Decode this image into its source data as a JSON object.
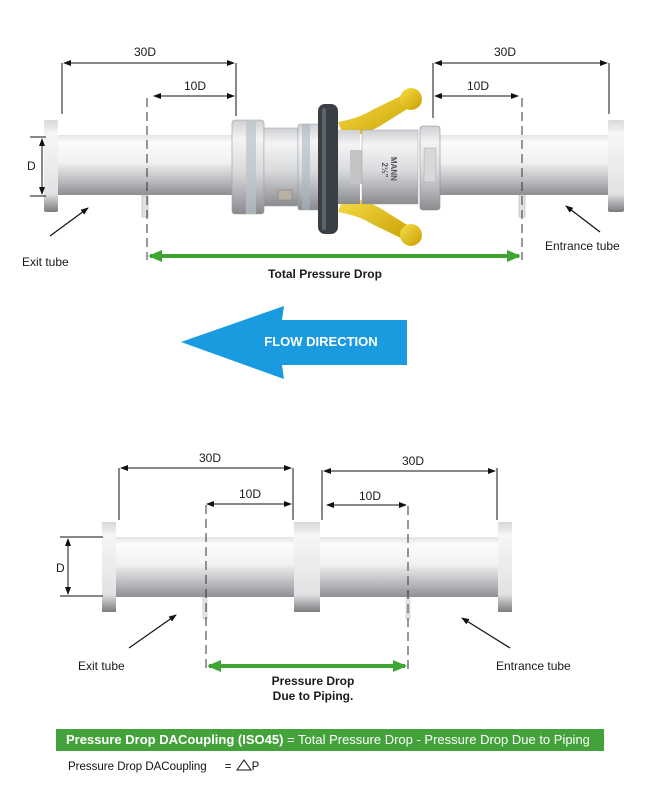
{
  "top_diagram": {
    "left_long_dim": "30D",
    "left_short_dim": "10D",
    "right_long_dim": "30D",
    "right_short_dim": "10D",
    "diameter_label": "D",
    "exit_tube_label": "Exit tube",
    "entrance_tube_label": "Entrance tube",
    "coupling_marking_line1": "MANN",
    "coupling_marking_line2": "2½\"",
    "measurement_label": "Total Pressure Drop"
  },
  "flow_arrow": {
    "label": "FLOW DIRECTION",
    "color": "#1a9be0"
  },
  "bottom_diagram": {
    "left_long_dim": "30D",
    "left_short_dim": "10D",
    "right_long_dim": "30D",
    "right_short_dim": "10D",
    "diameter_label": "D",
    "exit_tube_label": "Exit tube",
    "entrance_tube_label": "Entrance tube",
    "measurement_label_line1": "Pressure Drop",
    "measurement_label_line2": "Due to Piping."
  },
  "equation": {
    "lhs_bold": "Pressure Drop DACoupling (ISO45)",
    "rhs": " = Total Pressure Drop - Pressure Drop Due to Piping",
    "banner_color": "#43a33a"
  },
  "definition": {
    "term": "Pressure Drop DACoupling",
    "equals": "=",
    "symbol": "P"
  },
  "colors": {
    "measure_arrow": "#3ea535",
    "handle_yellow": "#e8c21c",
    "seal_dark": "#3a3f45"
  }
}
